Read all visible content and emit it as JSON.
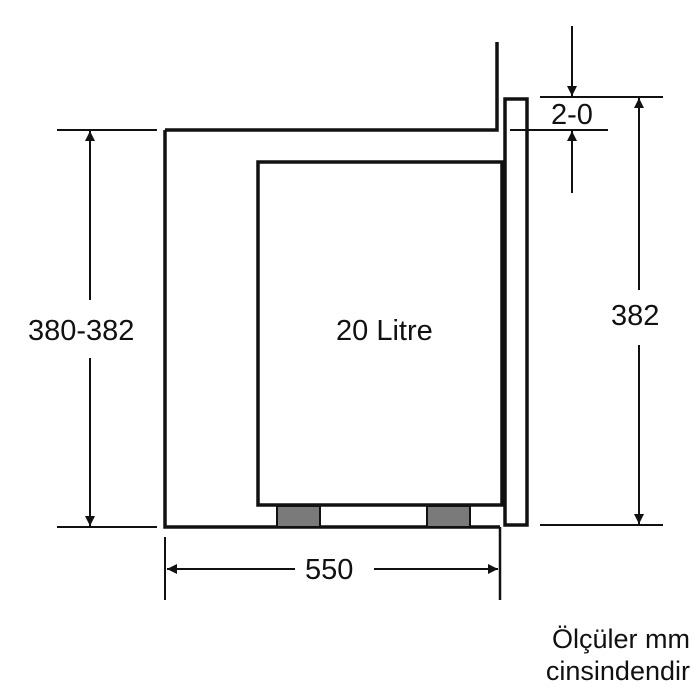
{
  "diagram": {
    "type": "built-in microwave installation dimension drawing",
    "colors": {
      "line": "#111111",
      "feet": "#7a7a7a",
      "background": "#ffffff"
    },
    "labels": {
      "capacity": "20 Litre",
      "niche_height": "380-382",
      "width_depth": "550",
      "front_height": "382",
      "gap": "2-0"
    },
    "note": {
      "line1": "Ölçüler mm",
      "line2": "cinsindendir"
    }
  }
}
